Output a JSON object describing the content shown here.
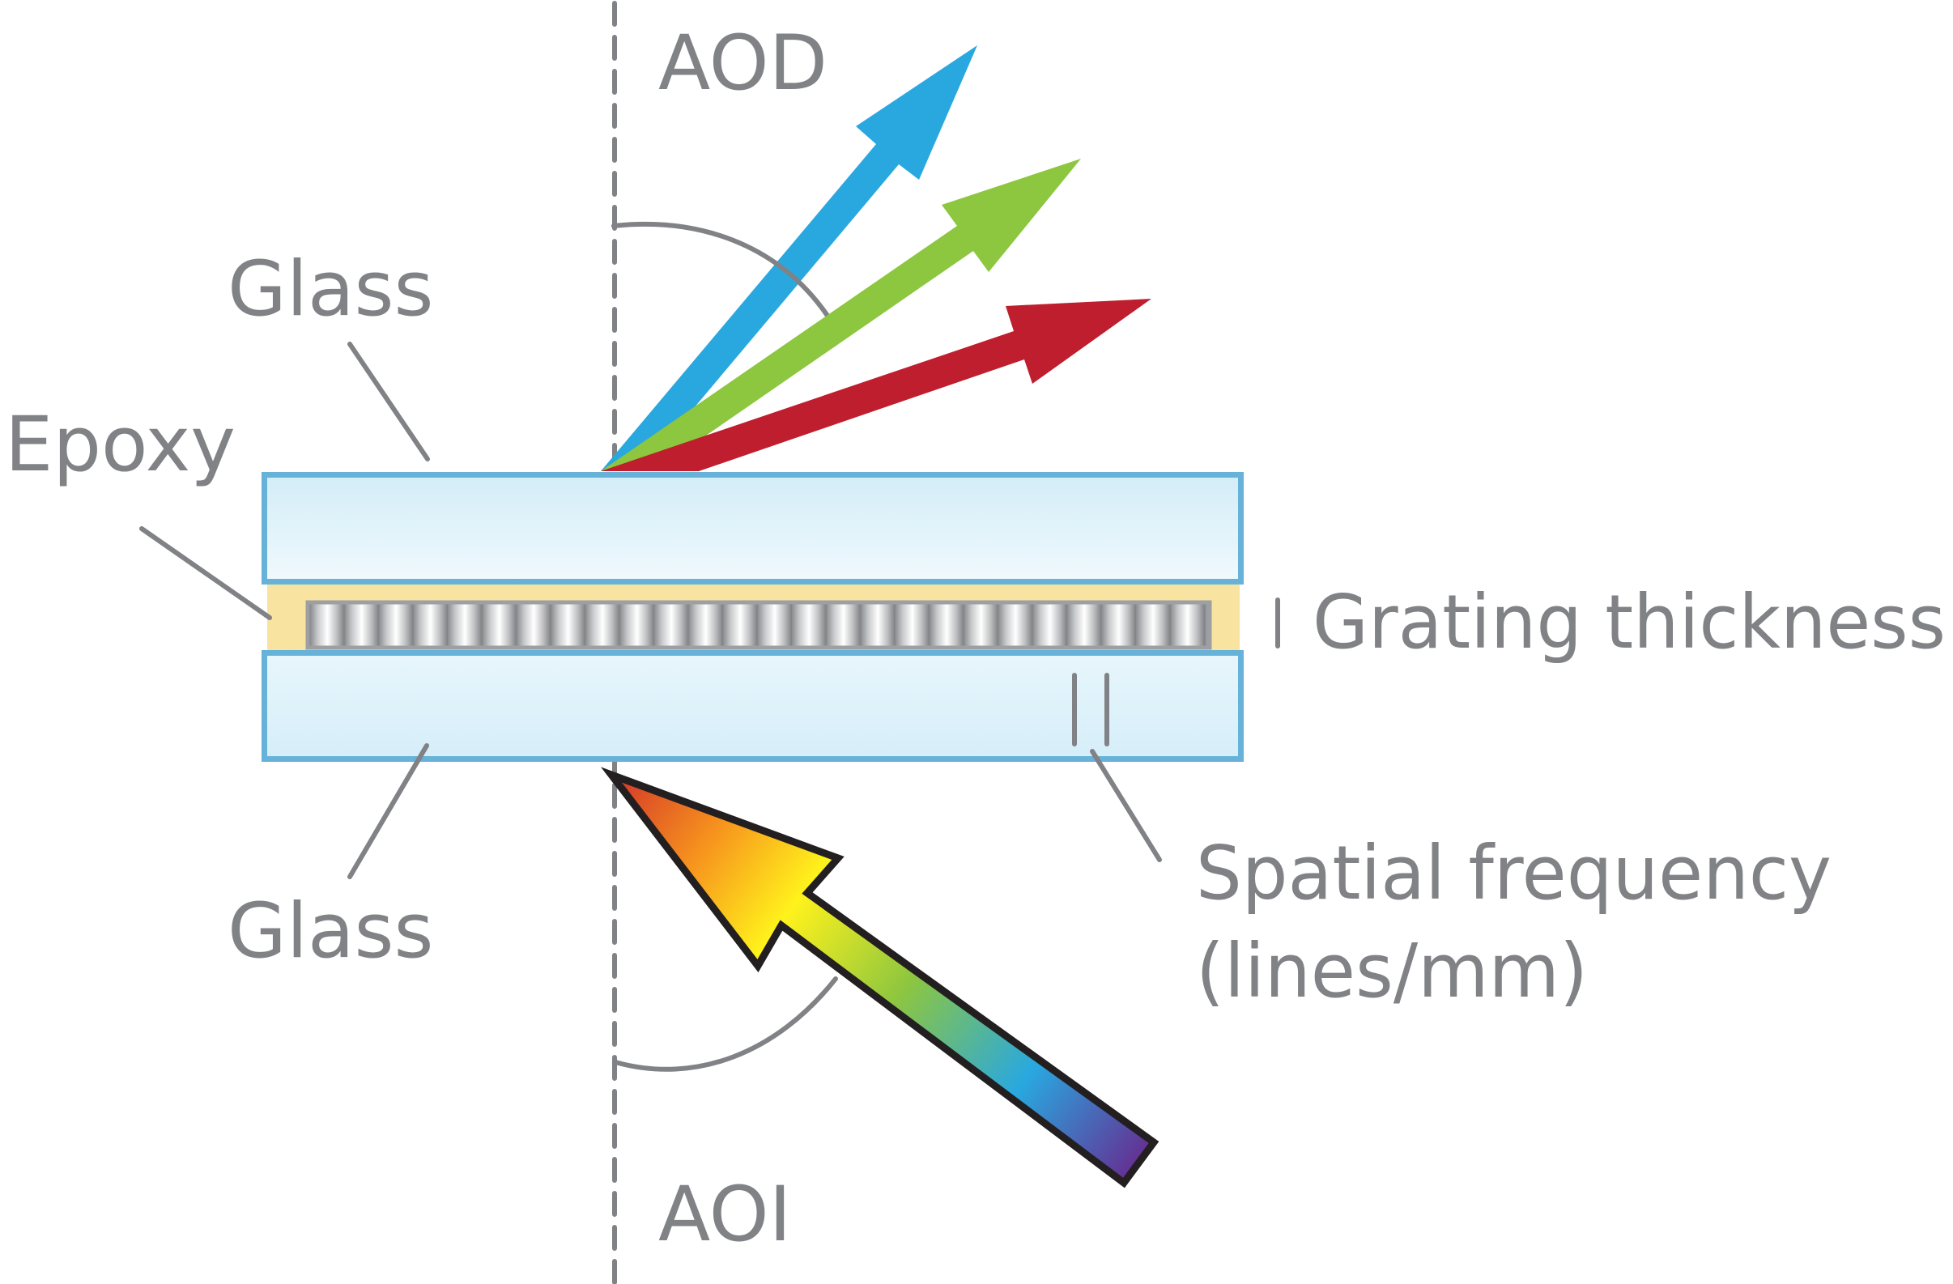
{
  "figure": {
    "title": "Volume phase holographic grating diffraction geometry",
    "labels": {
      "aod": "AOD",
      "aoi": "AOI",
      "glass_top": "Glass",
      "glass_bottom": "Glass",
      "epoxy": "Epoxy",
      "grating_thickness": "Grating thickness",
      "spatial_frequency_line1": "Spatial frequency",
      "spatial_frequency_line2": "(lines/mm)"
    },
    "layers": [
      {
        "name": "Glass",
        "role": "top substrate"
      },
      {
        "name": "Epoxy",
        "role": "adhesive layer"
      },
      {
        "name": "Grating",
        "role": "holographic grating layer",
        "fringe_count": 26
      },
      {
        "name": "Glass",
        "role": "bottom substrate"
      }
    ],
    "beams": {
      "incident": {
        "label": "AOI",
        "description": "broadband white light (rainbow gradient)",
        "colors": [
          "#D2342A",
          "#F7941D",
          "#FFF21C",
          "#8DC63F",
          "#29A8E0",
          "#662D91"
        ]
      },
      "diffracted": [
        {
          "name": "blue",
          "color": "#29A8E0"
        },
        {
          "name": "green",
          "color": "#8DC63F"
        },
        {
          "name": "red",
          "color": "#BE1E2D"
        }
      ]
    },
    "colors": {
      "label_gray": "#808285",
      "glass_border": "#67B2D8",
      "glass_fill_dark": "#D3EDF8",
      "glass_fill_light": "#F0F9FD",
      "epoxy_fill": "#F8E4A0",
      "grating_border": "#9D9FA2",
      "arrow_outline": "#231F20"
    }
  }
}
